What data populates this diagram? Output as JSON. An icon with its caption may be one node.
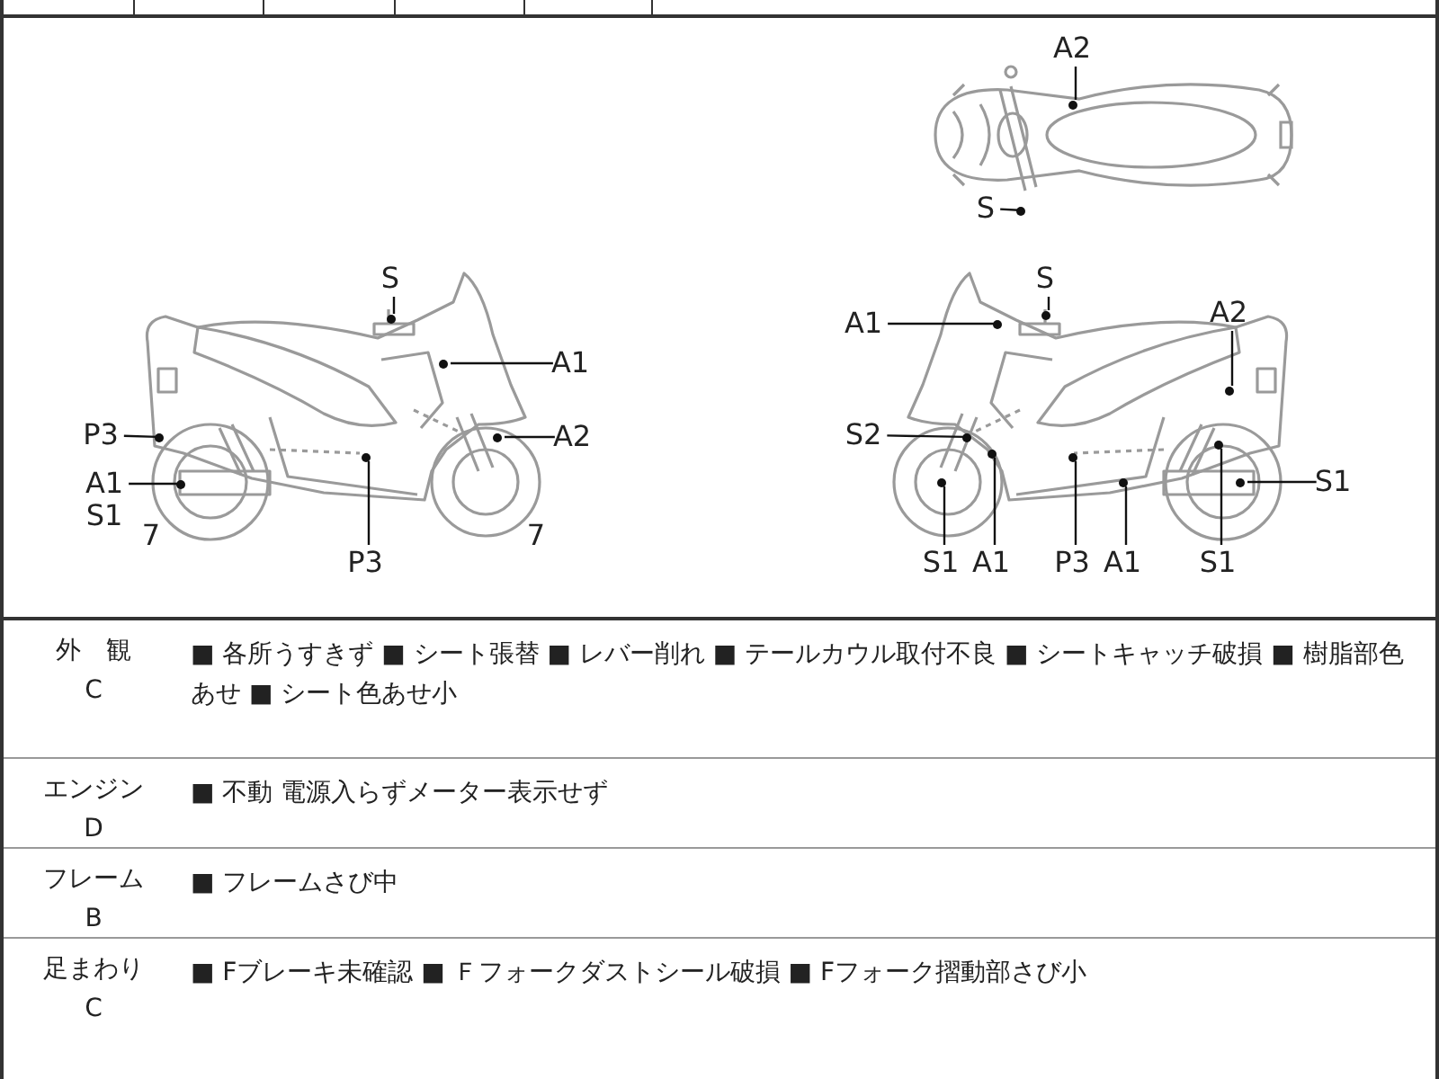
{
  "diagram": {
    "nodes": [
      {
        "text": [
          "A2"
        ]
      },
      {
        "text": [],
        "shape": "circle"
      },
      {
        "text": [
          "S"
        ]
      },
      {
        "text": [],
        "shape": "circle"
      },
      {
        "text": [
          "S"
        ]
      },
      {
        "text": [],
        "shape": "circle"
      },
      {
        "text": [
          "A1"
        ]
      },
      {
        "text": [],
        "shape": "circle"
      },
      {
        "text": [
          "A2"
        ]
      },
      {
        "text": [],
        "shape": "circle"
      },
      {
        "text": [
          "P3"
        ]
      },
      {
        "text": [],
        "shape": "circle"
      },
      {
        "text": [
          "A1"
        ]
      },
      {
        "text": [],
        "shape": "circle"
      },
      {
        "text": [
          "P3"
        ]
      },
      {
        "text": [],
        "shape": "circle"
      },
      {
        "text": [
          "S"
        ]
      },
      {
        "text": [],
        "shape": "circle"
      },
      {
        "text": [
          "A1"
        ]
      },
      {
        "text": [],
        "shape": "circle"
      },
      {
        "text": [
          "A2"
        ]
      },
      {
        "text": [],
        "shape": "circle"
      },
      {
        "text": [
          "S2"
        ]
      },
      {
        "text": [],
        "shape": "circle"
      },
      {
        "text": [
          "S1"
        ]
      },
      {
        "text": [],
        "shape": "circle"
      },
      {
        "text": [
          "S1"
        ]
      },
      {
        "text": [],
        "shape": "circle"
      },
      {
        "text": [
          "A1"
        ]
      },
      {
        "text": [],
        "shape": "circle"
      },
      {
        "text": [
          "P3"
        ]
      },
      {
        "text": [],
        "shape": "circle"
      },
      {
        "text": [
          "A1"
        ]
      },
      {
        "text": [],
        "shape": "circle"
      },
      {
        "text": [
          "S1"
        ]
      },
      {
        "text": [],
        "shape": "circle"
      }
    ],
    "edges": [
      {
        "from": 0,
        "to": 1,
        "arrow": "none"
      },
      {
        "from": 2,
        "to": 3,
        "arrow": "none"
      },
      {
        "from": 4,
        "to": 5,
        "arrow": "none"
      },
      {
        "from": 6,
        "to": 7,
        "arrow": "none"
      },
      {
        "from": 8,
        "to": 9,
        "arrow": "none"
      },
      {
        "from": 10,
        "to": 11,
        "arrow": "none"
      },
      {
        "from": 12,
        "to": 13,
        "arrow": "none"
      },
      {
        "from": 14,
        "to": 15,
        "arrow": "none"
      },
      {
        "from": 16,
        "to": 17,
        "arrow": "none"
      },
      {
        "from": 18,
        "to": 19,
        "arrow": "none"
      },
      {
        "from": 20,
        "to": 21,
        "arrow": "none"
      },
      {
        "from": 22,
        "to": 23,
        "arrow": "none"
      },
      {
        "from": 24,
        "to": 25,
        "arrow": "none"
      },
      {
        "from": 26,
        "to": 27,
        "arrow": "none"
      },
      {
        "from": 28,
        "to": 29,
        "arrow": "none"
      },
      {
        "from": 30,
        "to": 31,
        "arrow": "none"
      },
      {
        "from": 32,
        "to": 33,
        "arrow": "none"
      },
      {
        "from": 34,
        "to": 35,
        "arrow": "none"
      }
    ],
    "labels": [
      "S1",
      "7",
      "7",
      "外　観",
      "C",
      "■ 各所うすきず ■ シート張替 ■ レバー削れ ■ テールカウル取付不良 ■ シートキャッチ破損 ■ 樹脂部色あせ ■ シート色あせ小",
      "エンジン",
      "D",
      "■ 不動 電源入らずメーター表示せず",
      "フレーム",
      "B",
      "■ フレームさび中",
      "足まわり",
      "C",
      "■ Fブレーキ未確認 ■ Ｆフォークダストシール破損 ■ Fフォーク摺動部さび小"
    ]
  }
}
